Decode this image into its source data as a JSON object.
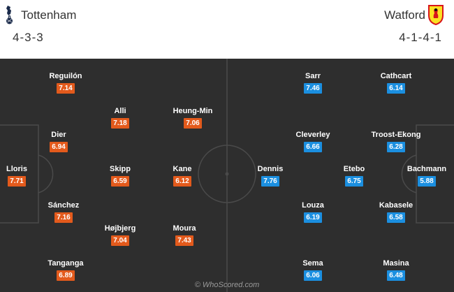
{
  "home": {
    "name": "Tottenham",
    "formation": "4-3-3",
    "players": [
      {
        "name": "Reguilón",
        "rating": "7.14"
      },
      {
        "name": "Alli",
        "rating": "7.18"
      },
      {
        "name": "Heung-Min",
        "rating": "7.06"
      },
      {
        "name": "Dier",
        "rating": "6.94"
      },
      {
        "name": "Lloris",
        "rating": "7.71"
      },
      {
        "name": "Skipp",
        "rating": "6.59"
      },
      {
        "name": "Kane",
        "rating": "6.12"
      },
      {
        "name": "Sánchez",
        "rating": "7.16"
      },
      {
        "name": "Højbjerg",
        "rating": "7.04"
      },
      {
        "name": "Moura",
        "rating": "7.43"
      },
      {
        "name": "Tanganga",
        "rating": "6.89"
      }
    ]
  },
  "away": {
    "name": "Watford",
    "formation": "4-1-4-1",
    "players": [
      {
        "name": "Sarr",
        "rating": "7.46"
      },
      {
        "name": "Cathcart",
        "rating": "6.14"
      },
      {
        "name": "Cleverley",
        "rating": "6.66"
      },
      {
        "name": "Troost-Ekong",
        "rating": "6.28"
      },
      {
        "name": "Dennis",
        "rating": "7.76"
      },
      {
        "name": "Etebo",
        "rating": "6.75"
      },
      {
        "name": "Bachmann",
        "rating": "5.88"
      },
      {
        "name": "Louza",
        "rating": "6.19"
      },
      {
        "name": "Kabasele",
        "rating": "6.58"
      },
      {
        "name": "Sema",
        "rating": "6.06"
      },
      {
        "name": "Masina",
        "rating": "6.48"
      }
    ]
  },
  "watermark": "© WhoScored.com",
  "colors": {
    "home_rating": "#e35a1c",
    "away_rating": "#1b8fe0",
    "pitch": "#2e2e2e"
  },
  "icons": {
    "home_crest": "tottenham-crest-icon",
    "away_crest": "watford-crest-icon"
  }
}
